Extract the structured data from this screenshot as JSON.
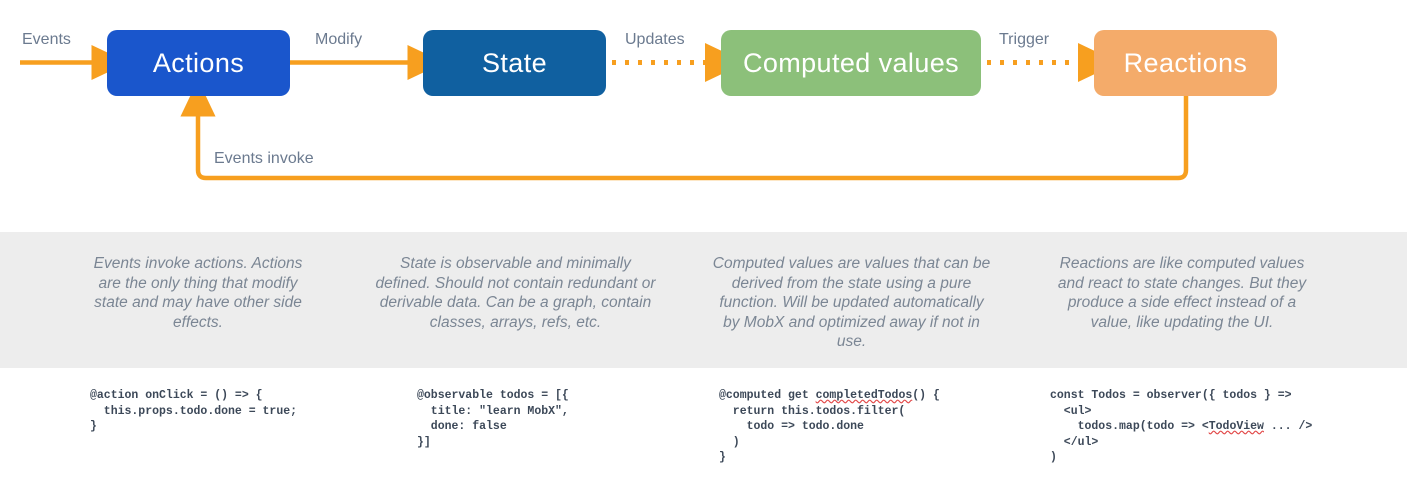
{
  "diagram": {
    "nodes": [
      {
        "id": "actions",
        "label": "Actions",
        "color": "#1a56cc"
      },
      {
        "id": "state",
        "label": "State",
        "color": "#1060a0"
      },
      {
        "id": "computed",
        "label": "Computed values",
        "color": "#8cc07a"
      },
      {
        "id": "reactions",
        "label": "Reactions",
        "color": "#f4ab6a"
      }
    ],
    "edges": [
      {
        "id": "events",
        "label": "Events",
        "style": "solid",
        "from": "",
        "to": "actions"
      },
      {
        "id": "modify",
        "label": "Modify",
        "style": "solid",
        "from": "actions",
        "to": "state"
      },
      {
        "id": "updates",
        "label": "Updates",
        "style": "dotted",
        "from": "state",
        "to": "computed"
      },
      {
        "id": "trigger",
        "label": "Trigger",
        "style": "dotted",
        "from": "computed",
        "to": "reactions"
      },
      {
        "id": "events-invoke",
        "label": "Events invoke",
        "style": "solid",
        "from": "reactions",
        "to": "actions"
      }
    ],
    "arrow_color": "#f79f1f",
    "label_color": "#6b7a8f"
  },
  "descriptions": {
    "band_color": "#ededed",
    "items": [
      {
        "id": "actions",
        "text": "Events invoke actions. Actions are the only thing that modify state and may have other side effects."
      },
      {
        "id": "state",
        "text": "State is observable and minimally defined. Should not contain redundant or derivable data. Can be a graph, contain classes, arrays, refs, etc."
      },
      {
        "id": "computed",
        "text": "Computed values are values that can be derived from the state using a pure function. Will be updated automatically by MobX and optimized away if not in use."
      },
      {
        "id": "reactions",
        "text": "Reactions are like computed values and react to state changes. But they produce a side effect instead of a value, like updating the UI."
      }
    ]
  },
  "code": {
    "samples": [
      {
        "id": "action",
        "text": "@action onClick = () => {\n  this.props.todo.done = true;\n}"
      },
      {
        "id": "observable",
        "text": "@observable todos = [{\n  title: \"learn MobX\",\n  done: false\n}]"
      },
      {
        "id": "computed",
        "pre": "@computed get ",
        "misspelled": "completedTodos",
        "post": "() {\n  return this.todos.filter(\n    todo => todo.done\n  )\n}"
      },
      {
        "id": "reaction",
        "pre": "const Todos = observer({ todos } =>\n  <ul>\n    todos.map(todo => <",
        "misspelled": "TodoView",
        "post": " ... />\n  </ul>\n)"
      }
    ]
  }
}
